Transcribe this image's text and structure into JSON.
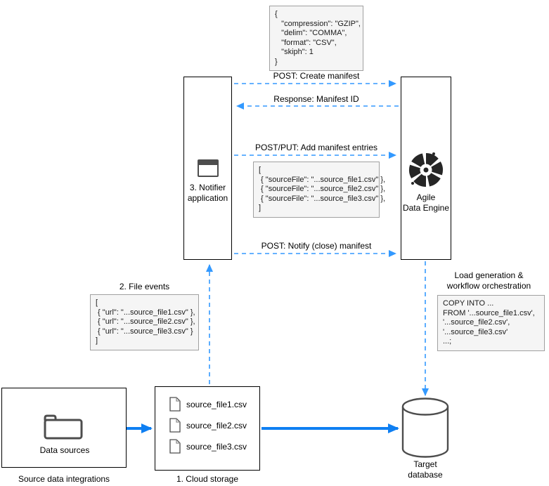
{
  "colors": {
    "dashed_arrow": "#3399FF",
    "solid_arrow": "#0E7FF2",
    "code_bg": "#F5F5F5",
    "code_border": "#A0A0A0",
    "shape_stroke": "#4D4D4D",
    "box_border": "#000000"
  },
  "code_blocks": {
    "manifest_options": "{\n   \"compression\": \"GZIP\",\n   \"delim\": \"COMMA\",\n   \"format\": \"CSV\",\n   \"skiph\": 1\n}",
    "manifest_entries": "[\n { \"sourceFile\": \"...source_file1.csv\" },\n { \"sourceFile\": \"...source_file2.csv\" },\n { \"sourceFile\": \"...source_file3.csv\" },\n]",
    "file_events": "[\n { \"url\": \"...source_file1.csv\" },\n { \"url\": \"...source_file2.csv\" },\n { \"url\": \"...source_file3.csv\" }\n]",
    "copy_into": "COPY INTO ...\nFROM '...source_file1.csv',\n'...source_file2.csv',\n'...source_file3.csv'\n...;"
  },
  "arrows": {
    "create_manifest": "POST: Create manifest",
    "response_manifest_id": "Response: Manifest ID",
    "add_manifest_entries": "POST/PUT: Add manifest entries",
    "notify_close_manifest": "POST: Notify (close) manifest"
  },
  "nodes": {
    "notifier": "3. Notifier\napplication",
    "agile_data_engine": "Agile\nData Engine",
    "data_sources": "Data sources",
    "target_database": "Target\ndatabase"
  },
  "labels": {
    "file_events": "2. File events",
    "load_generation": "Load generation &\nworkflow orchestration",
    "source_data_integrations": "Source data integrations",
    "cloud_storage": "1. Cloud storage"
  },
  "files": {
    "file1": "source_file1.csv",
    "file2": "source_file2.csv",
    "file3": "source_file3.csv"
  }
}
